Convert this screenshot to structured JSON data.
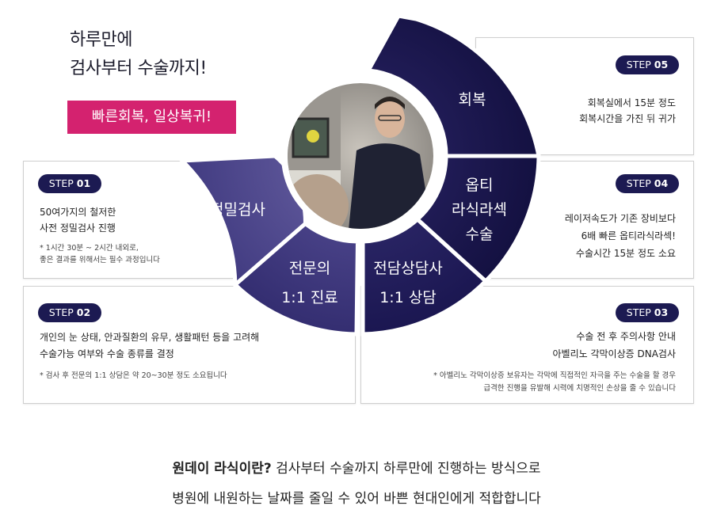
{
  "headline": {
    "line1": "하루만에",
    "line2": "검사부터 수술까지!",
    "tagline": "빠른회복, 일상복귀!"
  },
  "steps": [
    {
      "prefix": "STEP",
      "num": "01",
      "lines": [
        "50여가지의 철저한",
        "사전 정밀검사 진행"
      ],
      "notes": [
        "* 1시간 30분 ~ 2시간 내외로,",
        "좋은 결과를 위해서는 필수 과정입니다"
      ]
    },
    {
      "prefix": "STEP",
      "num": "02",
      "lines": [
        "개인의 눈 상태, 안과질환의 유무, 생활패턴 등을 고려해",
        "수술가능 여부와 수술 종류를 결정"
      ],
      "notes": [
        "* 검사 후 전문의 1:1 상담은 약 20~30분 정도 소요됩니다"
      ]
    },
    {
      "prefix": "STEP",
      "num": "03",
      "lines": [
        "수술 전 후 주의사항 안내",
        "아벨리노 각막이상증 DNA검사"
      ],
      "notes": [
        "* 아벨리노 각막이상증 보유자는 각막에 직접적인 자극을 주는 수술을 할 경우",
        "급격한 진행을 유발해 시력에 치명적인 손상을 줄 수 있습니다"
      ]
    },
    {
      "prefix": "STEP",
      "num": "04",
      "lines": [
        "레이저속도가 기존 장비보다",
        "6배 빠른 옵티라식라섹!",
        "수술시간 15분 정도 소요"
      ],
      "notes": []
    },
    {
      "prefix": "STEP",
      "num": "05",
      "lines": [
        "회복실에서 15분 정도",
        "회복시간을 가진 뒤 귀가"
      ],
      "notes": []
    }
  ],
  "wheel": {
    "seg1": [
      "정밀검사"
    ],
    "seg2": [
      "전문의",
      "1:1 진료"
    ],
    "seg3": [
      "전담상담사",
      "1:1 상담"
    ],
    "seg4": [
      "옵티",
      "라식라섹",
      "수술"
    ],
    "seg5": [
      "회복"
    ]
  },
  "colors": {
    "light": "#4b4488",
    "mid": "#3a3479",
    "dark": "#1f1b55",
    "darkest": "#16133f",
    "pink": "#d4226f"
  },
  "bottom": {
    "bold": "원데이 라식이란?",
    "line1_rest": " 검사부터 수술까지 하루만에 진행하는 방식으로",
    "line2": "병원에 내원하는 날짜를 줄일 수 있어 바쁜 현대인에게 적합합니다"
  }
}
